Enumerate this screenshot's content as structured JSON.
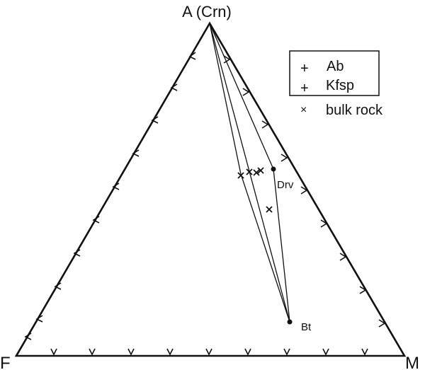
{
  "diagram": {
    "type": "ternary",
    "vertices": {
      "top": "A (Crn)",
      "left": "F",
      "right": "M"
    },
    "legend": {
      "boxed_items": [
        {
          "symbol": "+",
          "label": "Ab"
        },
        {
          "symbol": "+",
          "label": "Kfsp"
        }
      ],
      "items": [
        {
          "symbol": "×",
          "label": "bulk rock"
        }
      ]
    },
    "phases": [
      {
        "label": "Drv",
        "symbol": "dot"
      },
      {
        "label": "Bt",
        "symbol": "dot"
      }
    ],
    "bulk_rock_points": 5,
    "tick_marks_per_side": 9,
    "color": "#111111"
  }
}
